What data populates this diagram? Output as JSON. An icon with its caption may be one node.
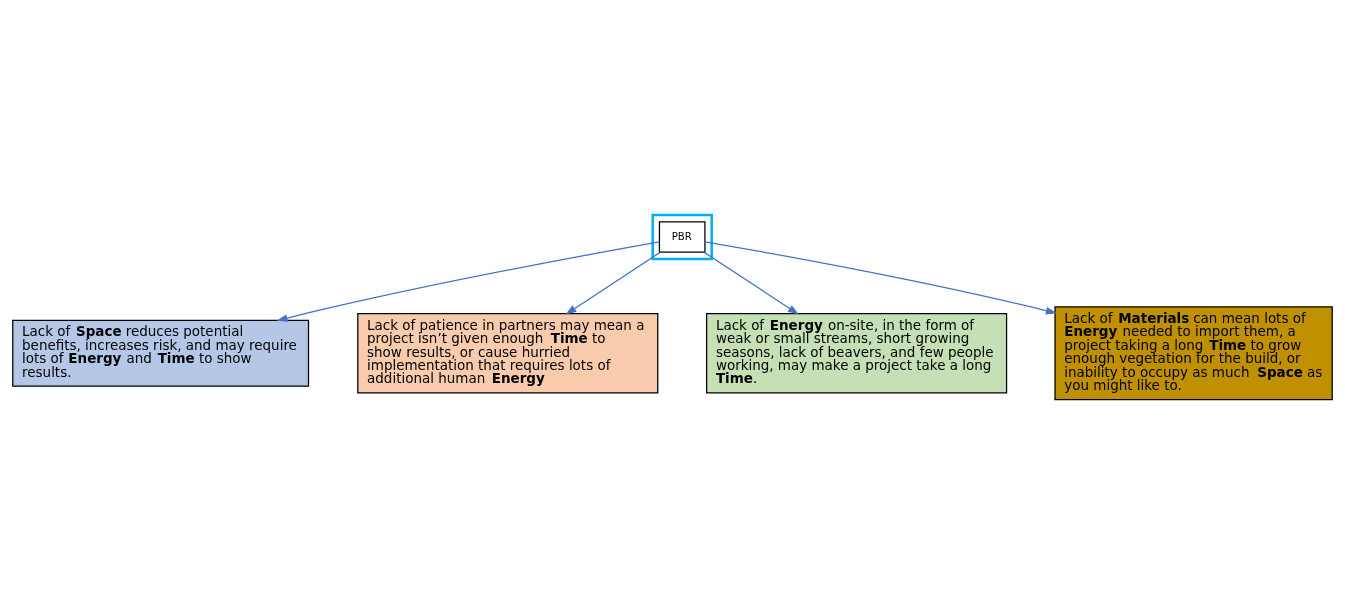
{
  "diagram": {
    "nodes": [
      {
        "text": [
          "Lack of **Space** reduces potential benefits, increases risk, and may require lots of **Energy** and **Time** to show results."
        ]
      },
      {
        "text": [
          "Lack of patience in partners may mean a project isn’t given enough **Time** to show results, or cause hurried implementation that requires lots of additional human **Energy**"
        ]
      },
      {
        "text": [],
        "shape": "box"
      },
      {
        "text": [
          "PBR"
        ],
        "in": 2
      },
      {
        "text": [
          "Lack of **Energy** on-site, in the form of weak or small streams, short growing seasons, lack of beavers, and few people working, may make a project take a long **Time**."
        ]
      },
      {
        "text": [
          "Lack of **Materials** can mean lots of **Energy** needed to import them, a project taking a long **Time** to grow enough vegetation for the build, or inability to occupy as much **Space** as you might like to."
        ]
      }
    ],
    "edges": [
      {
        "from": 3,
        "to": 0,
        "arrow": "to"
      },
      {
        "from": 3,
        "to": 1,
        "arrow": "to"
      },
      {
        "from": 3,
        "to": 4,
        "arrow": "to"
      },
      {
        "from": 3,
        "to": 5,
        "arrow": "to"
      }
    ]
  }
}
